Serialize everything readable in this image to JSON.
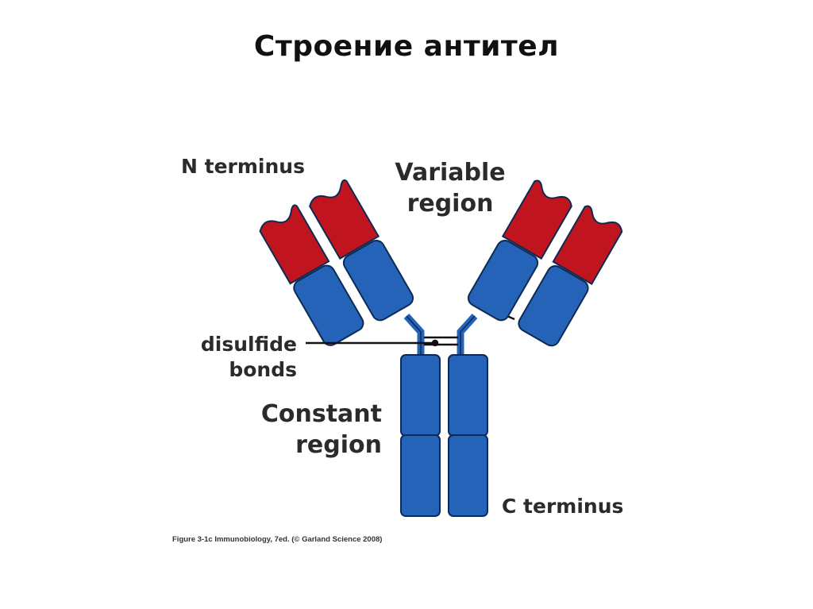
{
  "slide": {
    "title": "Строение антител"
  },
  "labels": {
    "n_terminus": "N terminus",
    "variable_line1": "Variable",
    "variable_line2": "region",
    "disulfide_line1": "disulfide",
    "disulfide_line2": "bonds",
    "constant_line1": "Constant",
    "constant_line2": "region",
    "c_terminus": "C terminus"
  },
  "caption": "Figure 3-1c  Immunobiology, 7ed. (© Garland Science 2008)",
  "colors": {
    "variable_region": "#c0151e",
    "constant_region": "#2563b8",
    "outline": "#0d2a55",
    "text": "#2b2b2b"
  }
}
